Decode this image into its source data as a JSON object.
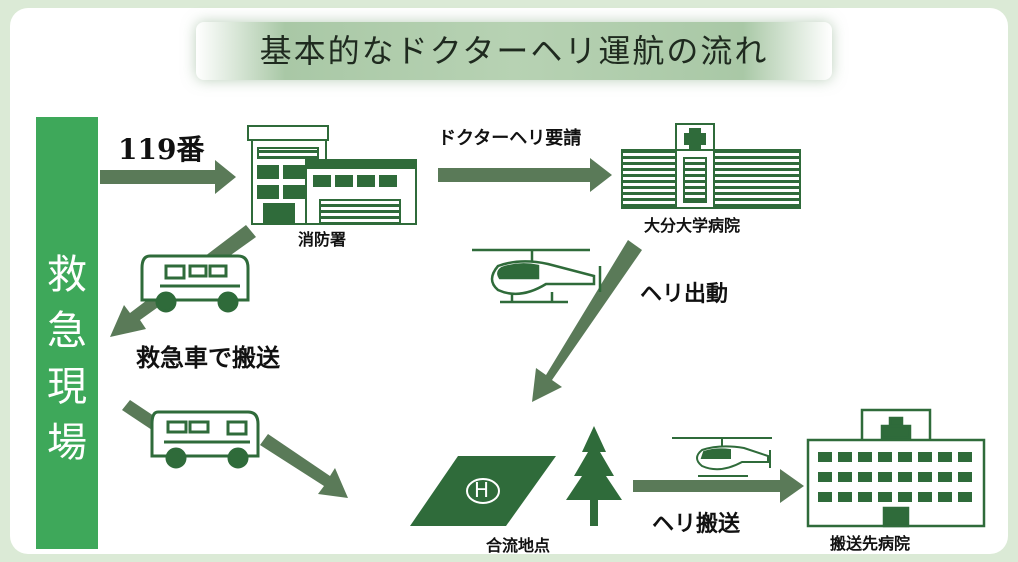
{
  "title": "基本的なドクターヘリ運航の流れ",
  "scene": {
    "chars": [
      "救",
      "急",
      "現",
      "場"
    ]
  },
  "call_label": "119番",
  "request_label": "ドクターヘリ要請",
  "fire_station_label": "消防署",
  "university_hospital_label": "大分大学病院",
  "dispatch_label": "ヘリ出動",
  "ambulance_transport_label": "救急車で搬送",
  "heli_transport_label": "ヘリ搬送",
  "rendezvous_label": "合流地点",
  "destination_hospital_label": "搬送先病院",
  "helipad_symbol": "H",
  "colors": {
    "arrow": "#5a7a58",
    "dark_green": "#2f6b3a",
    "scene_bar": "#3ea85a"
  }
}
